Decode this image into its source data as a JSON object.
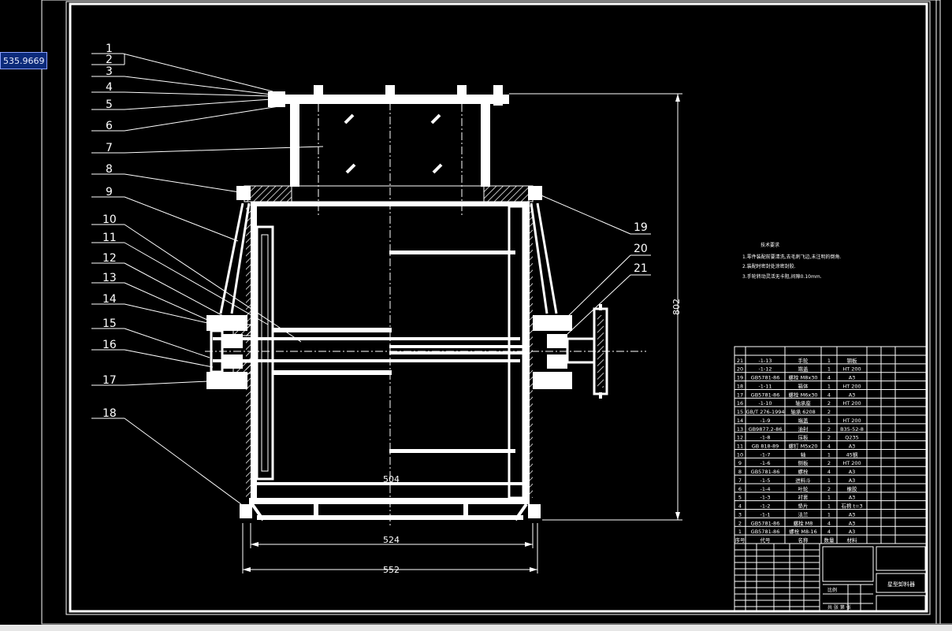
{
  "coordinate_readout": "535.9669",
  "balloons_left": [
    "1",
    "2",
    "3",
    "4",
    "5",
    "6",
    "7",
    "8",
    "9",
    "10",
    "11",
    "12",
    "13",
    "14",
    "15",
    "16",
    "17",
    "18"
  ],
  "balloons_right": [
    "19",
    "20",
    "21"
  ],
  "dimensions": {
    "height": "802",
    "inner_width": "504",
    "base_width": "524",
    "overall_width": "552"
  },
  "technical_requirements": {
    "title": "技术要求",
    "items": [
      "1.零件装配前要清洗,去毛刺飞边,未注明的倒角.",
      "2.装配时密封处涂密封胶.",
      "3.手轮转动灵活无卡阻,间隙0.10mm."
    ]
  },
  "bom_rows": [
    [
      "21",
      "-1-13",
      "手轮",
      "1",
      "钢板"
    ],
    [
      "20",
      "-1-12",
      "端盖",
      "1",
      "HT 200"
    ],
    [
      "19",
      "GB5781-86",
      "螺栓 M8x30",
      "4",
      "A3"
    ],
    [
      "18",
      "-1-11",
      "箱体",
      "1",
      "HT 200"
    ],
    [
      "17",
      "GB5781-86",
      "螺栓 M6x30",
      "4",
      "A3"
    ],
    [
      "16",
      "-1-10",
      "轴承座",
      "2",
      "HT 200"
    ],
    [
      "15",
      "GB/T 276-1994",
      "轴承 6208",
      "2",
      ""
    ],
    [
      "14",
      "-1-9",
      "端盖",
      "1",
      "HT 200"
    ],
    [
      "13",
      "GB9877.2-86",
      "油封",
      "2",
      "B35-52-8"
    ],
    [
      "12",
      "-1-8",
      "压板",
      "2",
      "Q235"
    ],
    [
      "11",
      "GB 818-89",
      "螺钉 M5x20",
      "4",
      "A3"
    ],
    [
      "10",
      "-1-7",
      "轴",
      "1",
      "45钢"
    ],
    [
      "9",
      "-1-6",
      "侧板",
      "2",
      "HT 200"
    ],
    [
      "8",
      "GB5781-86",
      "螺栓",
      "4",
      "A3"
    ],
    [
      "7",
      "-1-5",
      "进料斗",
      "1",
      "A3"
    ],
    [
      "6",
      "-1-4",
      "叶轮",
      "2",
      "橡胶"
    ],
    [
      "5",
      "-1-3",
      "衬套",
      "1",
      "A3"
    ],
    [
      "4",
      "-1-2",
      "垫片",
      "1",
      "石棉 t=3"
    ],
    [
      "3",
      "-1-1",
      "法兰",
      "1",
      "A3"
    ],
    [
      "2",
      "GB5781-86",
      "螺栓 M8",
      "4",
      "A3"
    ],
    [
      "1",
      "GB5781-86",
      "螺栓 M8-16",
      "4",
      "A3"
    ]
  ],
  "bom_header": [
    "序号",
    "代号",
    "名称",
    "数量",
    "材料"
  ],
  "title_block": {
    "drawing_name": "星型卸料器",
    "scale_label": "比例",
    "sheet_label": "共 张 第 张"
  }
}
